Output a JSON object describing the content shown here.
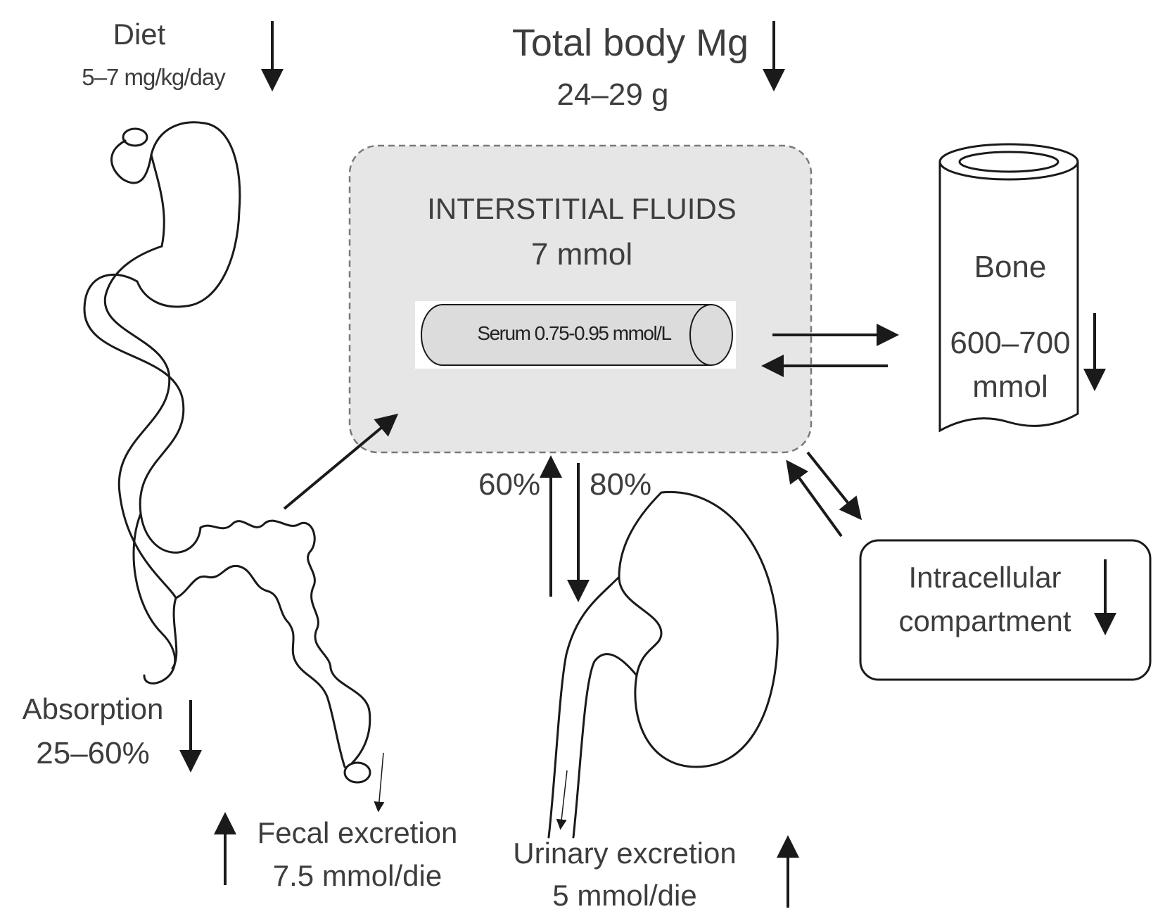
{
  "diet": {
    "title": "Diet",
    "amount": "5–7 mg/kg/day"
  },
  "total_body": {
    "title": "Total body Mg",
    "amount": "24–29 g"
  },
  "interstitial": {
    "title": "INTERSTITIAL FLUIDS",
    "amount": "7 mmol"
  },
  "serum": {
    "label": "Serum 0.75-0.95 mmol/L"
  },
  "bone": {
    "title": "Bone",
    "amount_line1": "600–700",
    "amount_line2": "mmol"
  },
  "intracellular": {
    "line1": "Intracellular",
    "line2": "compartment"
  },
  "kidney_flows": {
    "reabsorption": "60%",
    "filtration": "80%"
  },
  "absorption": {
    "title": "Absorption",
    "amount": "25–60%"
  },
  "fecal": {
    "title": "Fecal excretion",
    "amount": "7.5 mmol/die"
  },
  "urinary": {
    "title": "Urinary excretion",
    "amount": "5 mmol/die"
  },
  "colors": {
    "line": "#1a1a1a",
    "text": "#3d3d3d",
    "box_fill": "#e6e6e6",
    "box_border": "#7a7a7a",
    "serum_fill": "#dcdcdc"
  }
}
